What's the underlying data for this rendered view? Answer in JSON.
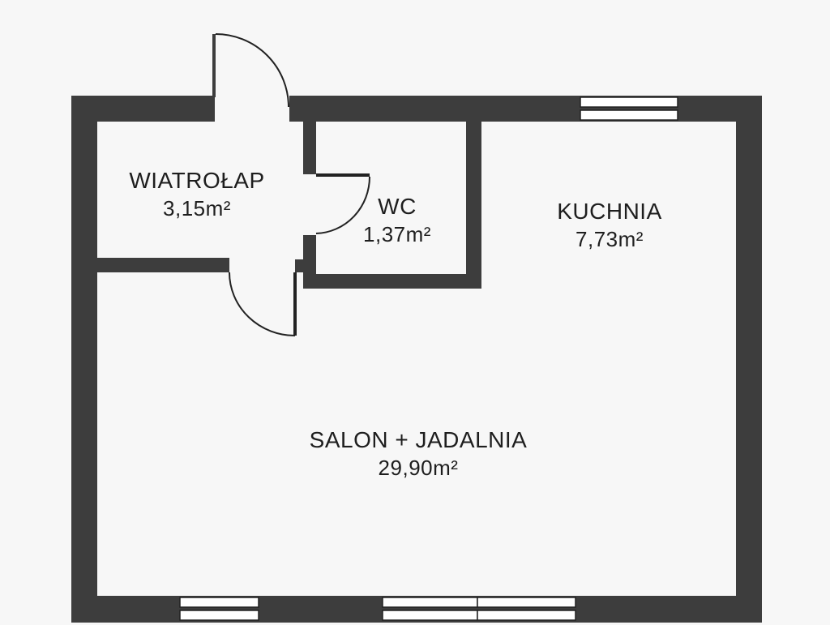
{
  "colors": {
    "wall": "#3d3d3d",
    "background": "#f7f7f7",
    "text": "#1e1e1e"
  },
  "rooms": [
    {
      "name": "WIATROŁAP",
      "area": "3,15m²"
    },
    {
      "name": "WC",
      "area": "1,37m²"
    },
    {
      "name": "KUCHNIA",
      "area": "7,73m²"
    },
    {
      "name": "SALON + JADALNIA",
      "area": "29,90m²"
    }
  ]
}
